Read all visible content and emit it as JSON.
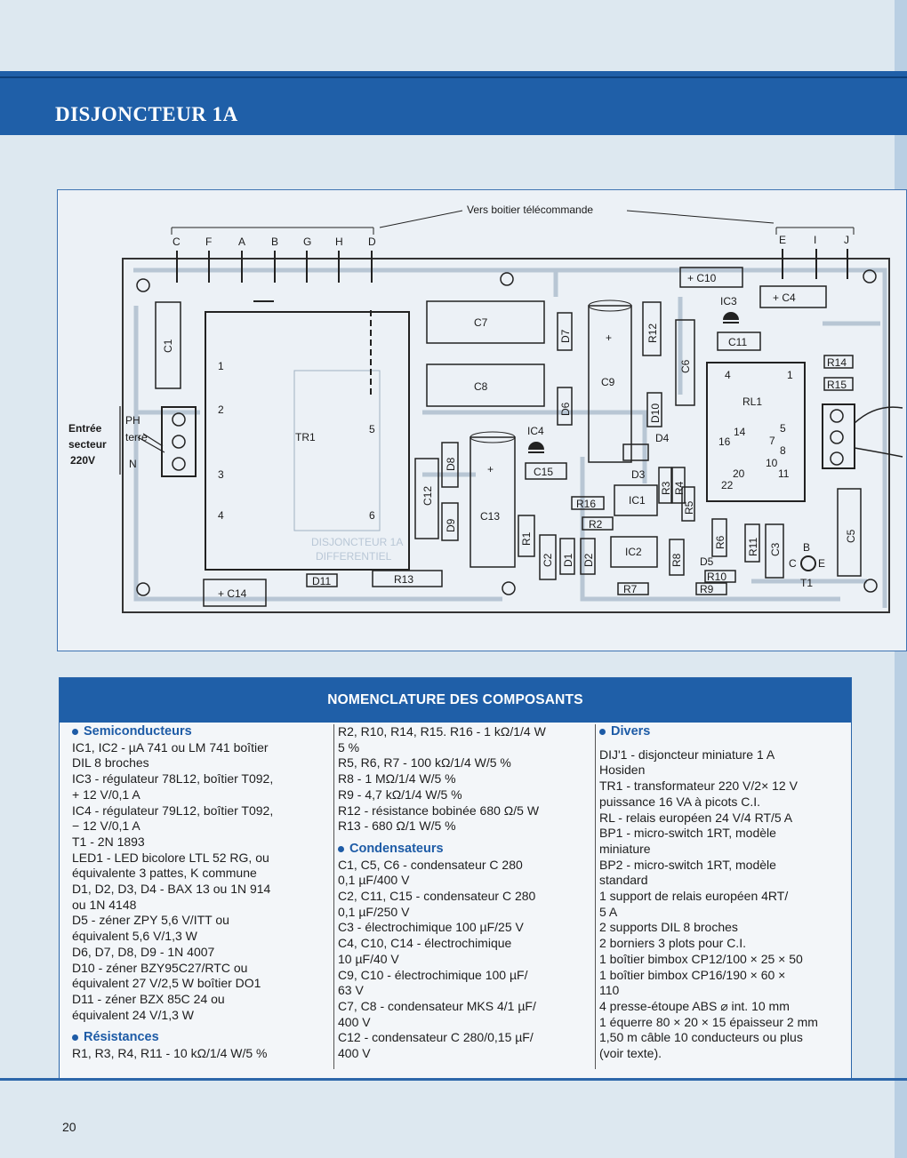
{
  "header": {
    "title": "DISJONCTEUR 1A"
  },
  "diagram": {
    "top_label": "Vers boitier télécommande",
    "left_pins": [
      "C",
      "F",
      "A",
      "B",
      "G",
      "H",
      "D"
    ],
    "right_pins": [
      "E",
      "I",
      "J"
    ],
    "input_label": [
      "Entrée",
      "secteur",
      "220V"
    ],
    "terminal_labels": [
      "PH",
      "terre",
      "N"
    ],
    "tr1": {
      "name": "TR1",
      "pins": [
        "1",
        "2",
        "3",
        "4",
        "5",
        "6"
      ]
    },
    "watermark": [
      "DISJONCTEUR 1A",
      "DIFFERENTIEL"
    ],
    "components": {
      "c1": "C1",
      "c7": "C7",
      "c8": "C8",
      "c9": "C9",
      "c10": "+ C10",
      "c4": "+ C4",
      "ic3": "IC3",
      "c11": "C11",
      "r12": "R12",
      "d7": "D7",
      "d6": "D6",
      "d10": "D10",
      "c6": "C6",
      "rl1": "RL1",
      "r14": "R14",
      "r15": "R15",
      "ic4": "IC4",
      "c15": "C15",
      "d4": "D4",
      "d3": "D3",
      "d8": "D8",
      "d9": "D9",
      "c12": "C12",
      "c13": "C13",
      "r16": "R16",
      "ic1": "IC1",
      "r3": "R3",
      "r4": "R4",
      "r5": "R5",
      "r2": "R2",
      "r1": "R1",
      "c2": "C2",
      "d1": "D1",
      "d2": "D2",
      "ic2": "IC2",
      "r8": "R8",
      "d5": "D5",
      "r6": "R6",
      "r11": "R11",
      "c3": "C3",
      "c5": "C5",
      "r10": "R10",
      "r9": "R9",
      "r7": "R7",
      "t1": "T1",
      "b": "B",
      "c": "C",
      "e": "E",
      "d11": "D11",
      "r13": "R13",
      "c14": "+ C14",
      "plus": "+"
    },
    "relay_pins": [
      "4",
      "1",
      "14",
      "5",
      "16",
      "7",
      "8",
      "10",
      "20",
      "11",
      "22"
    ]
  },
  "nomenclature": {
    "heading": "NOMENCLATURE DES COMPOSANTS",
    "col1": {
      "sec1": "Semiconducteurs",
      "lines1": [
        "IC1, IC2 - µA 741 ou LM 741 boîtier",
        "DIL 8 broches",
        "IC3 - régulateur 78L12, boîtier T092,",
        "+ 12 V/0,1 A",
        "IC4 - régulateur 79L12, boîtier T092,",
        "− 12 V/0,1 A",
        "T1 - 2N 1893",
        "LED1 - LED bicolore LTL 52 RG, ou",
        "équivalente 3 pattes, K commune",
        "D1, D2, D3, D4 - BAX 13 ou 1N 914",
        "ou 1N 4148",
        "D5 - zéner ZPY 5,6 V/ITT ou",
        "équivalent 5,6 V/1,3 W",
        "D6, D7, D8, D9 - 1N 4007",
        "D10 - zéner BZY95C27/RTC ou",
        "équivalent 27 V/2,5 W boîtier DO1",
        "D11 - zéner BZX 85C 24 ou",
        "équivalent 24 V/1,3 W"
      ],
      "sec2": "Résistances",
      "lines2": [
        "R1, R3, R4, R11 - 10 kΩ/1/4 W/5 %"
      ]
    },
    "col2": {
      "lines1": [
        "R2, R10, R14, R15. R16 - 1 kΩ/1/4 W",
        "5 %",
        "R5, R6, R7 - 100 kΩ/1/4 W/5 %",
        "R8 - 1 MΩ/1/4 W/5 %",
        "R9 - 4,7 kΩ/1/4 W/5 %",
        "R12 - résistance bobinée 680 Ω/5 W",
        "R13 - 680 Ω/1 W/5 %"
      ],
      "sec": "Condensateurs",
      "lines2": [
        "C1, C5, C6 - condensateur C 280",
        "0,1 µF/400 V",
        "C2, C11, C15 - condensateur C 280",
        "0,1 µF/250 V",
        "C3 - électrochimique 100 µF/25 V",
        "C4, C10, C14 - électrochimique",
        "10 µF/40 V",
        "C9, C10 - électrochimique 100 µF/",
        "63 V",
        "C7, C8 - condensateur MKS 4/1 µF/",
        "400 V",
        "C12 - condensateur C 280/0,15 µF/",
        "400 V"
      ]
    },
    "col3": {
      "sec": "Divers",
      "lines": [
        "DIJ'1 - disjoncteur miniature 1 A",
        "Hosiden",
        "TR1 - transformateur 220 V/2× 12 V",
        "puissance 16 VA à picots C.I.",
        "RL - relais européen 24 V/4 RT/5 A",
        "BP1 - micro-switch 1RT, modèle",
        "miniature",
        "BP2 - micro-switch 1RT, modèle",
        "standard",
        "1 support de relais européen 4RT/",
        "5 A",
        "2 supports DIL 8 broches",
        "2 borniers 3 plots pour C.I.",
        "1 boîtier bimbox CP12/100 × 25 × 50",
        "1 boîtier bimbox CP16/190 × 60 ×",
        "110",
        "4 presse-étoupe ABS ⌀ int. 10 mm",
        "1 équerre 80 × 20 × 15 épaisseur 2 mm",
        "1,50 m câble 10 conducteurs ou plus",
        "(voir texte)."
      ]
    }
  },
  "footer": {
    "page_number": "20"
  }
}
